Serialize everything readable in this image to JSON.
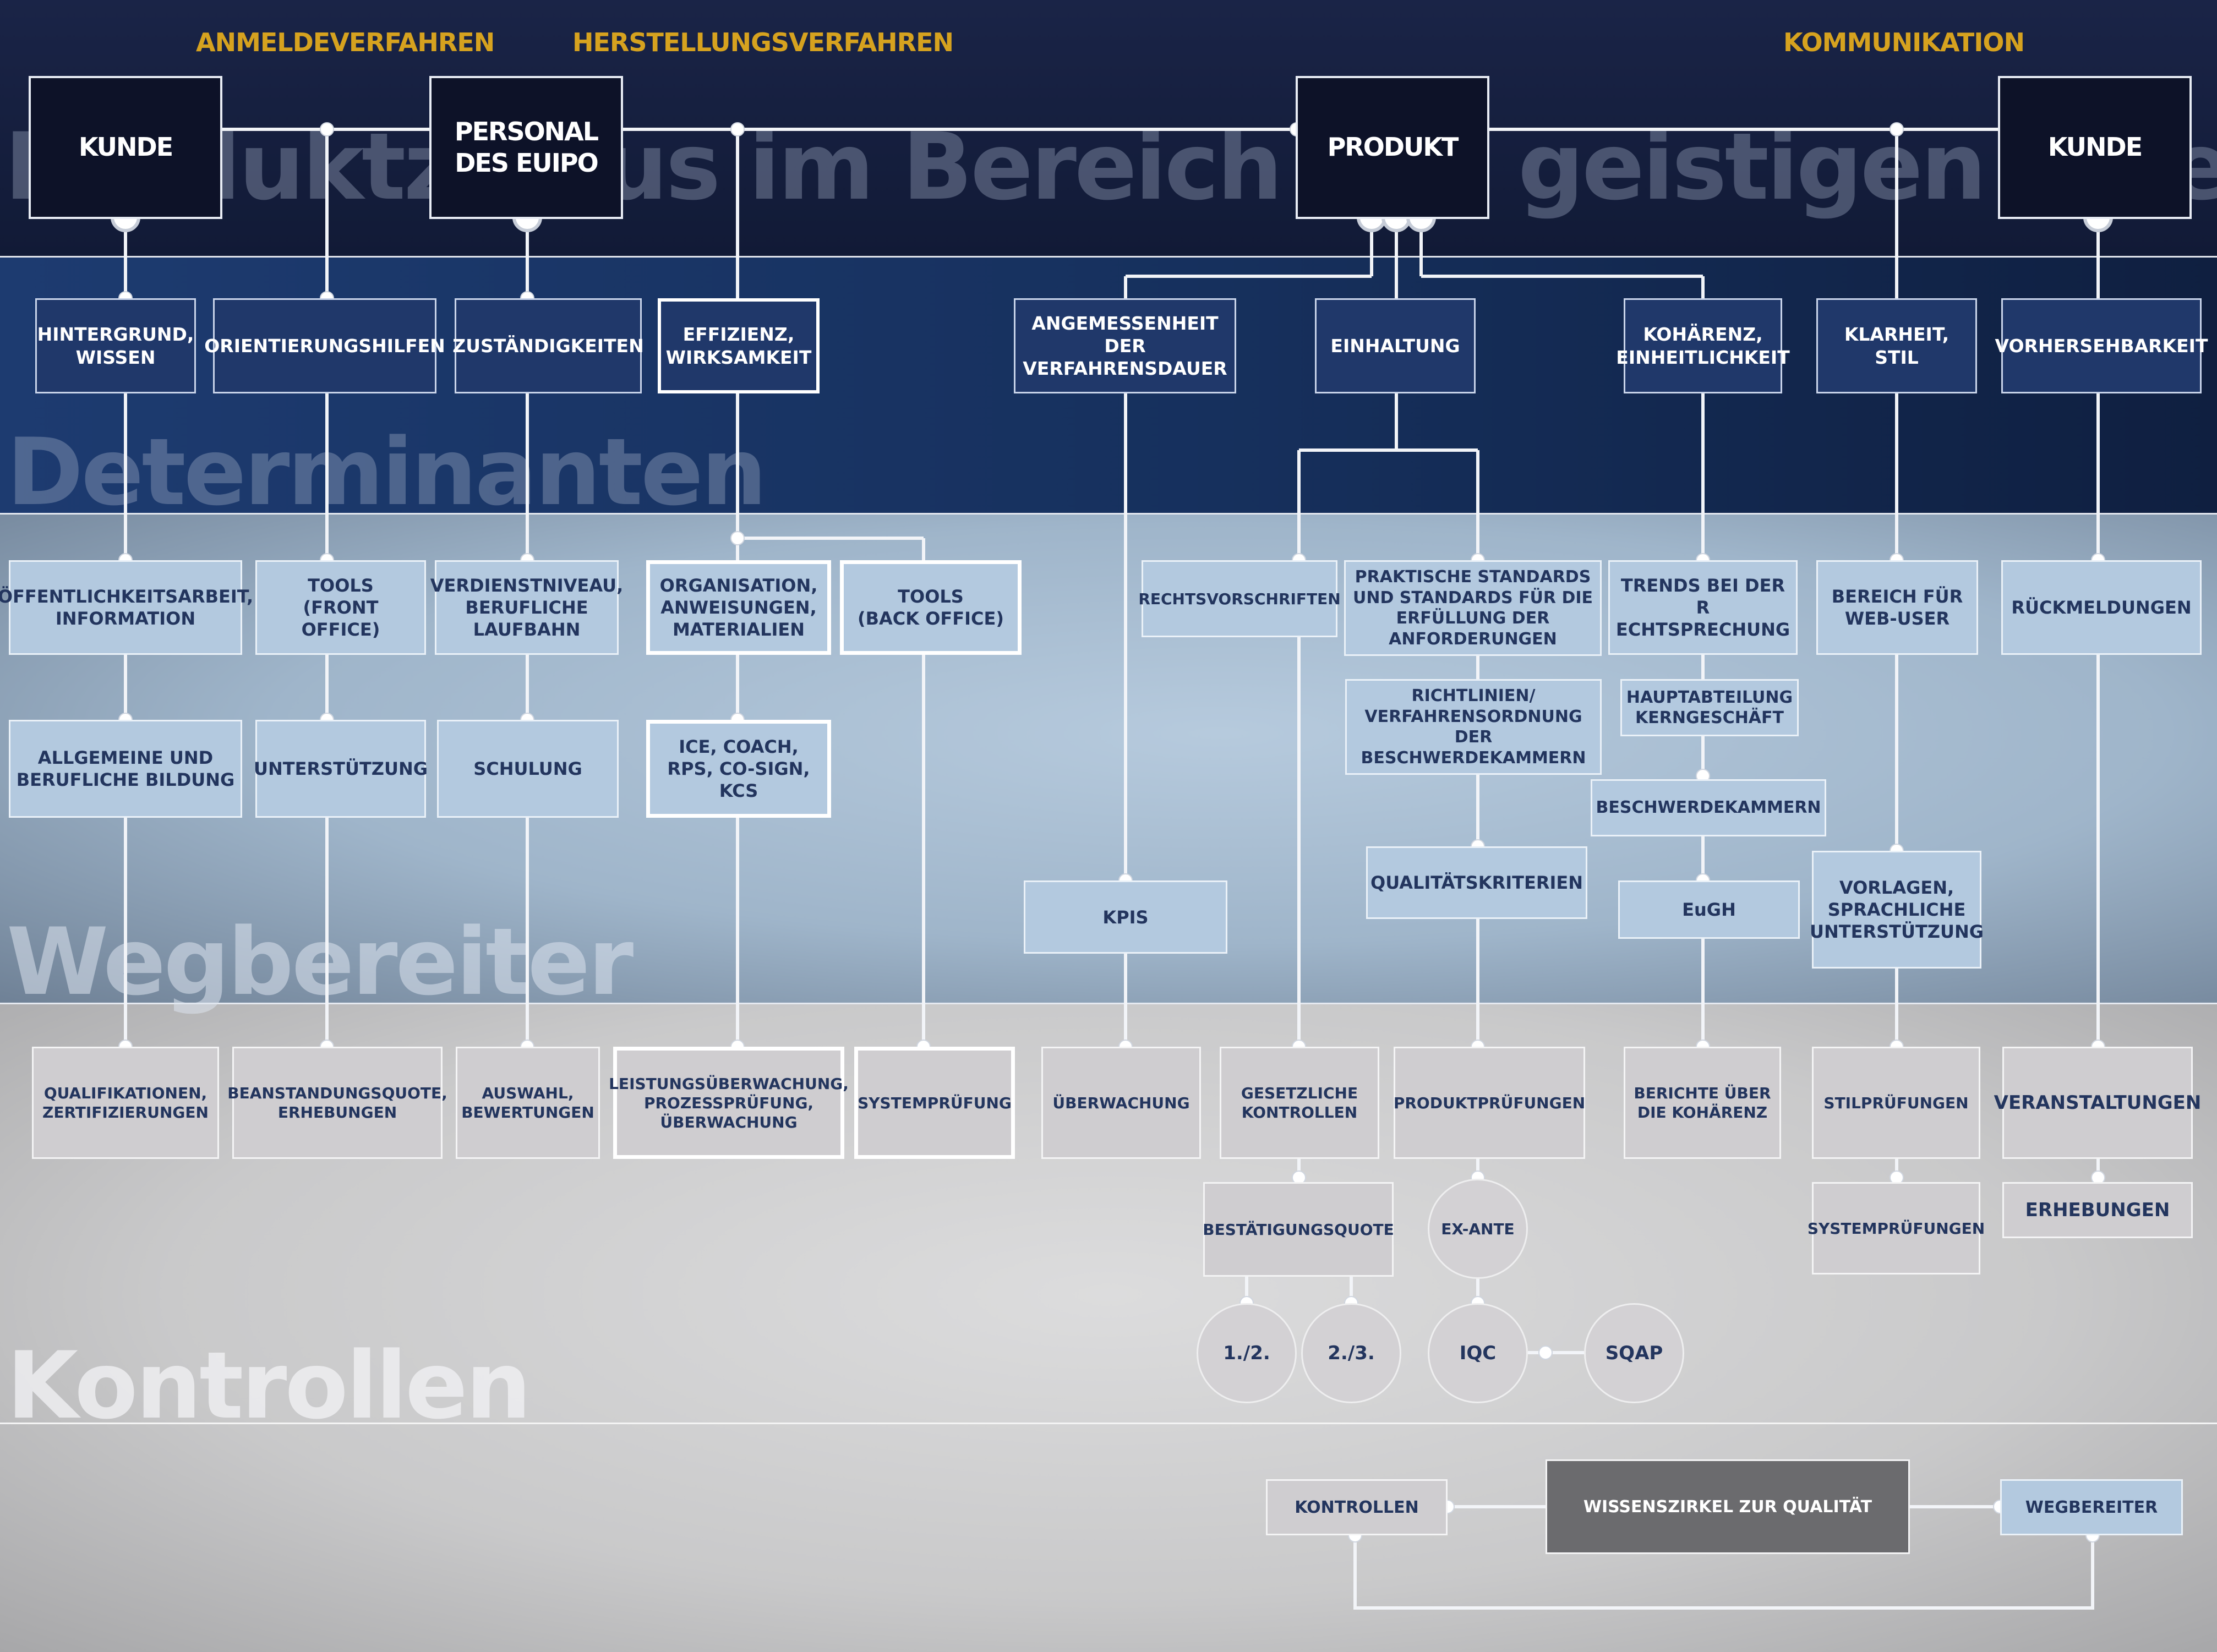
{
  "bands": {
    "produktzyklus": "Produktzyklus im Bereich des geistigen Eigentums",
    "determinanten": "Determinanten",
    "wegbereiter": "Wegbereiter",
    "kontrollen": "Kontrollen"
  },
  "categories": [
    "ANMELDEVERFAHREN",
    "HERSTELLUNGSVERFAHREN",
    "KOMMUNIKATION"
  ],
  "top": [
    "KUNDE",
    "PERSONAL\nDES EUIPO",
    "PRODUKT",
    "KUNDE"
  ],
  "det": [
    "HINTERGRUND,\nWISSEN",
    "ORIENTIERUNGSHILFEN",
    "ZUSTÄNDIGKEITEN",
    "EFFIZIENZ,\nWIRKSAMKEIT",
    "ANGEMESSENHEIT DER\nVERFAHRENSDAUER",
    "EINHALTUNG",
    "KOHÄRENZ,\nEINHEITLICHKEIT",
    "KLARHEIT,\nSTIL",
    "VORHERSEHBARKEIT"
  ],
  "weg": [
    "ÖFFENTLICHKEITSARBEIT,\nINFORMATION",
    "TOOLS\n(FRONT OFFICE)",
    "VERDIENSTNIVEAU,\nBERUFLICHE\nLAUFBAHN",
    "ORGANISATION,\nANWEISUNGEN,\nMATERIALIEN",
    "TOOLS\n(BACK OFFICE)",
    "RECHTSVORSCHRIFTEN",
    "PRAKTISCHE STANDARDS\nUND STANDARDS FÜR DIE\nERFÜLLUNG DER\nANFORDERUNGEN",
    "TRENDS BEI DER R\nECHTSPRECHUNG",
    "BEREICH FÜR\nWEB-USER",
    "RÜCKMELDUNGEN",
    "ALLGEMEINE UND\nBERUFLICHE BILDUNG",
    "UNTERSTÜTZUNG",
    "SCHULUNG",
    "ICE, COACH,\nRPS, CO-SIGN, KCS",
    "RICHTLINIEN/\nVERFAHRENSORDNUNG\nDER\nBESCHWERDEKAMMERN",
    "HAUPTABTEILUNG\nKERNGESCHÄFT",
    "BESCHWERDEKAMMERN",
    "QUALITÄTSKRITERIEN",
    "KPIS",
    "EuGH",
    "VORLAGEN,\nSPRACHLICHE\nUNTERSTÜTZUNG"
  ],
  "kon": [
    "QUALIFIKATIONEN,\nZERTIFIZIERUNGEN",
    "BEANSTANDUNGSQUOTE,\nERHEBUNGEN",
    "AUSWAHL,\nBEWERTUNGEN",
    "LEISTUNGSÜBERWACHUNG,\nPROZESSPRÜFUNG,\nÜBERWACHUNG",
    "SYSTEMPRÜFUNG",
    "ÜBERWACHUNG",
    "GESETZLICHE\nKONTROLLEN",
    "PRODUKTPRÜFUNGEN",
    "BERICHTE ÜBER\nDIE KOHÄRENZ",
    "STILPRÜFUNGEN",
    "VERANSTALTUNGEN",
    "BESTÄTIGUNGSQUOTE",
    "SYSTEMPRÜFUNGEN",
    "ERHEBUNGEN"
  ],
  "circles": [
    "EX-ANTE",
    "1./2.",
    "2./3.",
    "IQC",
    "SQAP"
  ],
  "legend": {
    "kontrollen": "KONTROLLEN",
    "wissenszirkel": "WISSENSZIRKEL ZUR QUALITÄT",
    "wegbereiter": "WEGBEREITER"
  },
  "colors": {
    "top_band": "#141d3d",
    "determinanten_band": "#1d3b70",
    "wegbereiter_band": "#b3c9df",
    "kontrollen_band": "#d3d3d4",
    "category_accent": "#d6a21f"
  }
}
